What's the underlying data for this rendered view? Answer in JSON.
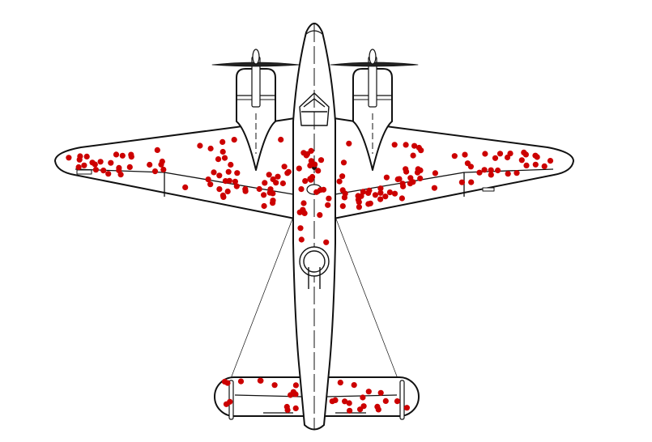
{
  "diagram": {
    "subject": "survivorship-bias-aircraft",
    "colors": {
      "outline": "#111111",
      "fill": "#ffffff",
      "hit_marker": "#cc0000"
    },
    "hit_regions": [
      "left-wing",
      "right-wing",
      "center-fuselage",
      "tail"
    ],
    "hit_counts": {
      "left-wing": 70,
      "right-wing": 75,
      "center-fuselage": 30,
      "tail": 32
    }
  }
}
